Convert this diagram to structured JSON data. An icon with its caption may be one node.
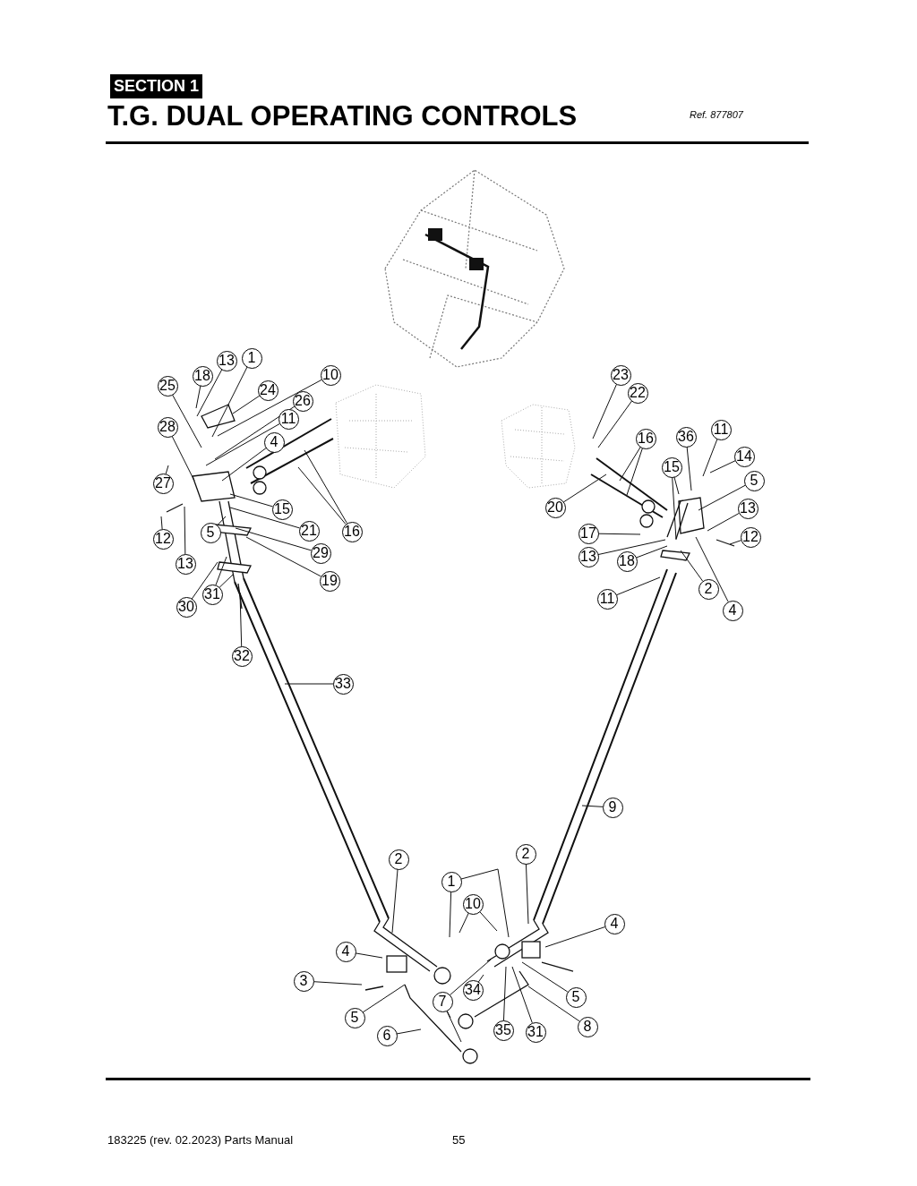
{
  "diagram": {
    "title": "T.G. DUAL OPERATING CONTROLS",
    "nodes": [
      {
        "text": [
          "13"
        ]
      },
      {
        "text": [
          "1"
        ]
      },
      {
        "text": [
          "18"
        ]
      },
      {
        "text": [
          "25"
        ]
      },
      {
        "text": [
          "24"
        ]
      },
      {
        "text": [
          "10"
        ]
      },
      {
        "text": [
          "26"
        ]
      },
      {
        "text": [
          "11"
        ]
      },
      {
        "text": [
          "28"
        ]
      },
      {
        "text": [
          "4"
        ]
      },
      {
        "text": [
          "27"
        ]
      },
      {
        "text": [
          "15"
        ]
      },
      {
        "text": [
          "5"
        ]
      },
      {
        "text": [
          "21"
        ]
      },
      {
        "text": [
          "16"
        ]
      },
      {
        "text": [
          "12"
        ]
      },
      {
        "text": [
          "29"
        ]
      },
      {
        "text": [
          "13"
        ]
      },
      {
        "text": [
          "19"
        ]
      },
      {
        "text": [
          "31"
        ]
      },
      {
        "text": [
          "30"
        ]
      },
      {
        "text": [
          "32"
        ]
      },
      {
        "text": [
          "33"
        ]
      },
      {
        "text": [
          "23"
        ]
      },
      {
        "text": [
          "22"
        ]
      },
      {
        "text": [
          "36"
        ]
      },
      {
        "text": [
          "16"
        ]
      },
      {
        "text": [
          "11"
        ]
      },
      {
        "text": [
          "14"
        ]
      },
      {
        "text": [
          "15"
        ]
      },
      {
        "text": [
          "5"
        ]
      },
      {
        "text": [
          "20"
        ]
      },
      {
        "text": [
          "13"
        ]
      },
      {
        "text": [
          "17"
        ]
      },
      {
        "text": [
          "12"
        ]
      },
      {
        "text": [
          "13"
        ]
      },
      {
        "text": [
          "18"
        ]
      },
      {
        "text": [
          "2"
        ]
      },
      {
        "text": [
          "11"
        ]
      },
      {
        "text": [
          "4"
        ]
      },
      {
        "text": [
          "9"
        ]
      },
      {
        "text": [
          "2"
        ]
      },
      {
        "text": [
          "2"
        ]
      },
      {
        "text": [
          "1"
        ]
      },
      {
        "text": [
          "10"
        ]
      },
      {
        "text": [
          "4"
        ]
      },
      {
        "text": [
          "4"
        ]
      },
      {
        "text": [
          "3"
        ]
      },
      {
        "text": [
          "34"
        ]
      },
      {
        "text": [
          "5"
        ]
      },
      {
        "text": [
          "7"
        ]
      },
      {
        "text": [
          "5"
        ]
      },
      {
        "text": [
          "8"
        ]
      },
      {
        "text": [
          "35"
        ]
      },
      {
        "text": [
          "31"
        ]
      },
      {
        "text": [
          "6"
        ]
      }
    ],
    "edges": [
      {
        "from": 0,
        "to": null,
        "arrow": "none"
      },
      {
        "from": 1,
        "to": null,
        "arrow": "none"
      },
      {
        "from": 2,
        "to": null,
        "arrow": "none"
      },
      {
        "from": 3,
        "to": null,
        "arrow": "none"
      },
      {
        "from": 4,
        "to": null,
        "arrow": "none"
      },
      {
        "from": 5,
        "to": null,
        "arrow": "none"
      },
      {
        "from": 6,
        "to": null,
        "arrow": "none"
      },
      {
        "from": 7,
        "to": null,
        "arrow": "none"
      },
      {
        "from": 8,
        "to": null,
        "arrow": "none"
      },
      {
        "from": 9,
        "to": null,
        "arrow": "none"
      },
      {
        "from": 10,
        "to": null,
        "arrow": "none"
      },
      {
        "from": 11,
        "to": null,
        "arrow": "none"
      },
      {
        "from": 12,
        "to": null,
        "arrow": "none"
      },
      {
        "from": 13,
        "to": null,
        "arrow": "none"
      },
      {
        "from": 14,
        "to": null,
        "arrow": "none"
      },
      {
        "from": 14,
        "to": null,
        "arrow": "none"
      },
      {
        "from": 15,
        "to": null,
        "arrow": "none"
      },
      {
        "from": 16,
        "to": null,
        "arrow": "none"
      },
      {
        "from": 17,
        "to": null,
        "arrow": "none"
      },
      {
        "from": 18,
        "to": null,
        "arrow": "none"
      },
      {
        "from": 19,
        "to": null,
        "arrow": "none"
      },
      {
        "from": 19,
        "to": null,
        "arrow": "none"
      },
      {
        "from": 20,
        "to": null,
        "arrow": "none"
      },
      {
        "from": 21,
        "to": null,
        "arrow": "none"
      },
      {
        "from": 22,
        "to": null,
        "arrow": "none"
      },
      {
        "from": 23,
        "to": null,
        "arrow": "none"
      },
      {
        "from": 24,
        "to": null,
        "arrow": "none"
      },
      {
        "from": 25,
        "to": null,
        "arrow": "none"
      },
      {
        "from": 26,
        "to": null,
        "arrow": "none"
      },
      {
        "from": 26,
        "to": null,
        "arrow": "none"
      },
      {
        "from": 27,
        "to": null,
        "arrow": "none"
      },
      {
        "from": 28,
        "to": null,
        "arrow": "none"
      },
      {
        "from": 29,
        "to": null,
        "arrow": "none"
      },
      {
        "from": 29,
        "to": null,
        "arrow": "none"
      },
      {
        "from": 30,
        "to": null,
        "arrow": "none"
      },
      {
        "from": 31,
        "to": null,
        "arrow": "none"
      },
      {
        "from": 32,
        "to": null,
        "arrow": "none"
      },
      {
        "from": 33,
        "to": null,
        "arrow": "none"
      },
      {
        "from": 34,
        "to": null,
        "arrow": "none"
      },
      {
        "from": 35,
        "to": null,
        "arrow": "none"
      },
      {
        "from": 36,
        "to": null,
        "arrow": "none"
      },
      {
        "from": 37,
        "to": null,
        "arrow": "none"
      },
      {
        "from": 38,
        "to": null,
        "arrow": "none"
      },
      {
        "from": 39,
        "to": null,
        "arrow": "none"
      },
      {
        "from": 40,
        "to": null,
        "arrow": "none"
      },
      {
        "from": 41,
        "to": null,
        "arrow": "none"
      },
      {
        "from": 42,
        "to": null,
        "arrow": "none"
      },
      {
        "from": 43,
        "to": null,
        "arrow": "none"
      },
      {
        "from": 43,
        "to": null,
        "arrow": "none"
      },
      {
        "from": 44,
        "to": null,
        "arrow": "none"
      },
      {
        "from": 44,
        "to": null,
        "arrow": "none"
      },
      {
        "from": 45,
        "to": null,
        "arrow": "none"
      },
      {
        "from": 46,
        "to": null,
        "arrow": "none"
      },
      {
        "from": 47,
        "to": null,
        "arrow": "none"
      },
      {
        "from": 48,
        "to": null,
        "arrow": "none"
      },
      {
        "from": 49,
        "to": null,
        "arrow": "none"
      },
      {
        "from": 50,
        "to": null,
        "arrow": "none"
      },
      {
        "from": 50,
        "to": null,
        "arrow": "none"
      },
      {
        "from": 50,
        "to": null,
        "arrow": "none"
      },
      {
        "from": 51,
        "to": null,
        "arrow": "none"
      },
      {
        "from": 52,
        "to": null,
        "arrow": "none"
      },
      {
        "from": 53,
        "to": null,
        "arrow": "none"
      },
      {
        "from": 54,
        "to": null,
        "arrow": "none"
      },
      {
        "from": 55,
        "to": null,
        "arrow": "none"
      }
    ],
    "labels": [
      "SECTION 1",
      "Ref. 877807",
      "183225 (rev. 02.2023) Parts Manual",
      "55"
    ]
  }
}
